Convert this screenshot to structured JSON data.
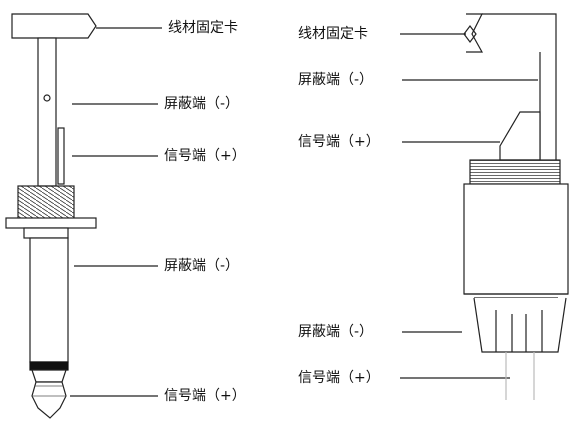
{
  "diagram": {
    "left_plug": {
      "labels": {
        "wire_clamp": "线材固定卡",
        "shield_upper": "屏蔽端（-）",
        "signal_upper": "信号端（+）",
        "shield_lower": "屏蔽端（-）",
        "signal_lower": "信号端（+）"
      }
    },
    "right_plug": {
      "labels": {
        "wire_clamp": "线材固定卡",
        "shield_upper": "屏蔽端（-）",
        "signal_upper": "信号端（+）",
        "shield_lower": "屏蔽端（-）",
        "signal_lower": "信号端（+）"
      }
    },
    "colors": {
      "line": "#222222",
      "text": "#111111",
      "band": "#111111"
    }
  }
}
